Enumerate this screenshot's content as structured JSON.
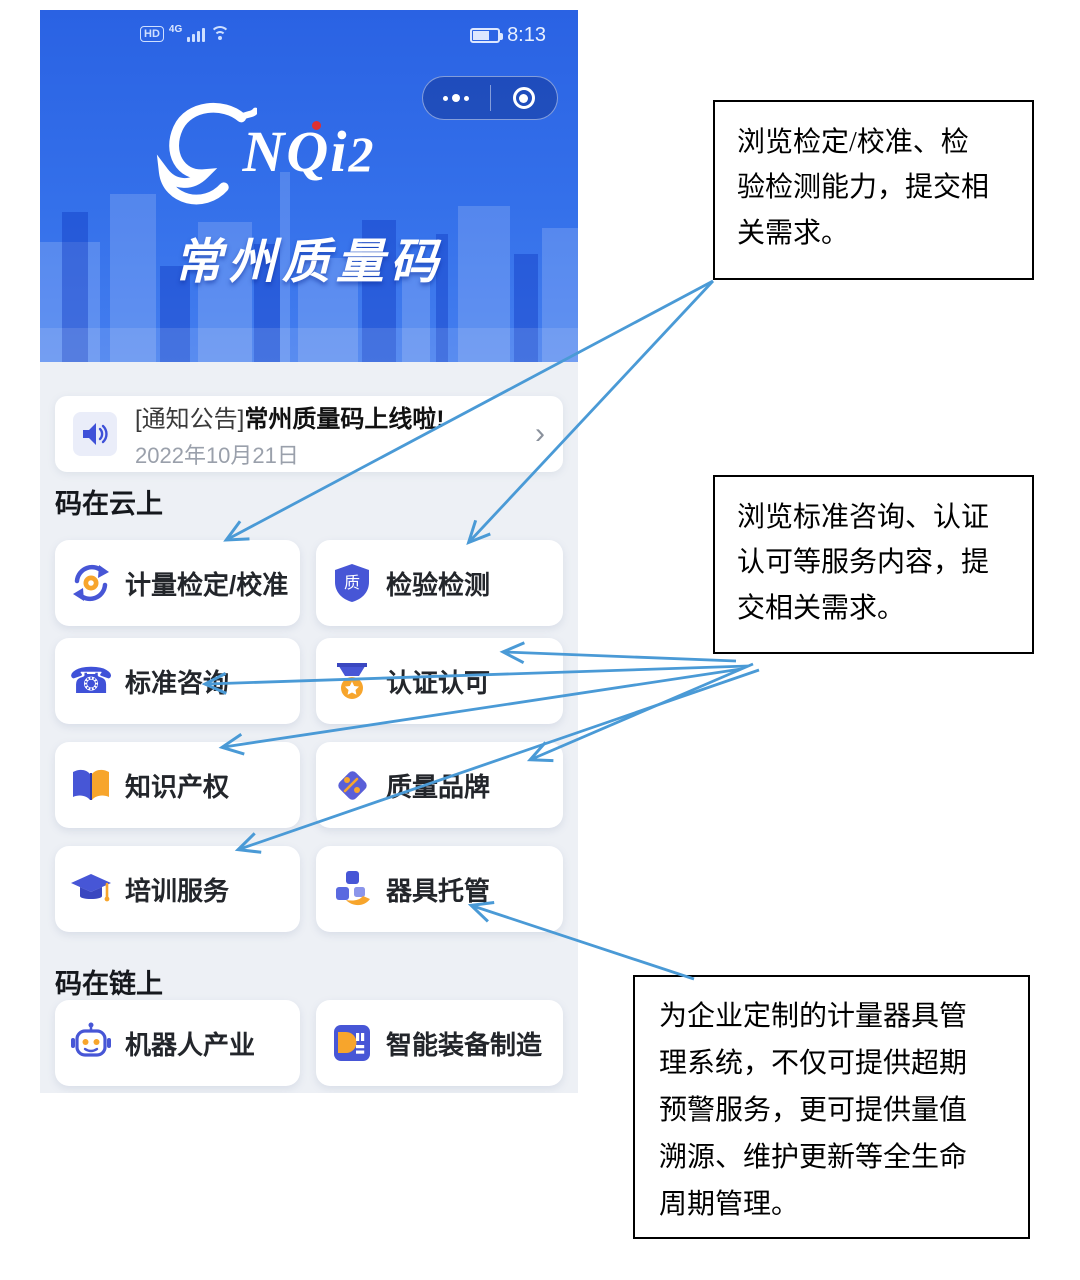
{
  "status_bar": {
    "hd_label": "HD",
    "network_label": "4G",
    "time": "8:13"
  },
  "header": {
    "logo_text": "NQi",
    "logo_suffix": "2",
    "app_title": "常州质量码"
  },
  "notice": {
    "tag": "[通知公告]",
    "title": "常州质量码上线啦!",
    "date": "2022年10月21日",
    "chevron": "›"
  },
  "sections": [
    {
      "title": "码在云上",
      "items": [
        {
          "label": "计量检定/校准",
          "icon": "metrology-icon"
        },
        {
          "label": "检验检测",
          "icon": "inspection-shield-icon",
          "icon_char": "质"
        },
        {
          "label": "标准咨询",
          "icon": "phone-icon",
          "icon_char": "☎"
        },
        {
          "label": "认证认可",
          "icon": "medal-icon"
        },
        {
          "label": "知识产权",
          "icon": "book-icon"
        },
        {
          "label": "质量品牌",
          "icon": "tag-icon"
        },
        {
          "label": "培训服务",
          "icon": "graduation-cap-icon"
        },
        {
          "label": "器具托管",
          "icon": "instrument-custody-icon"
        }
      ]
    },
    {
      "title": "码在链上",
      "items": [
        {
          "label": "机器人产业",
          "icon": "robot-icon"
        },
        {
          "label": "智能装备制造",
          "icon": "smart-equipment-icon"
        }
      ]
    }
  ],
  "callouts": [
    {
      "text": "浏览检定/校准、检验检测能力，提交相关需求。"
    },
    {
      "text": "浏览标准咨询、认证认可等服务内容，提交相关需求。"
    },
    {
      "text": "为企业定制的计量器具管理系统，不仅可提供超期预警服务，更可提供量值溯源、维护更新等全生命周期管理。"
    }
  ],
  "colors": {
    "header_blue": "#2a62e3",
    "icon_blue": "#4756d6",
    "icon_orange": "#f7a52c",
    "arrow_blue": "#4a9ad6",
    "page_bg": "#ffffff",
    "phone_bg": "#edf0f5"
  }
}
